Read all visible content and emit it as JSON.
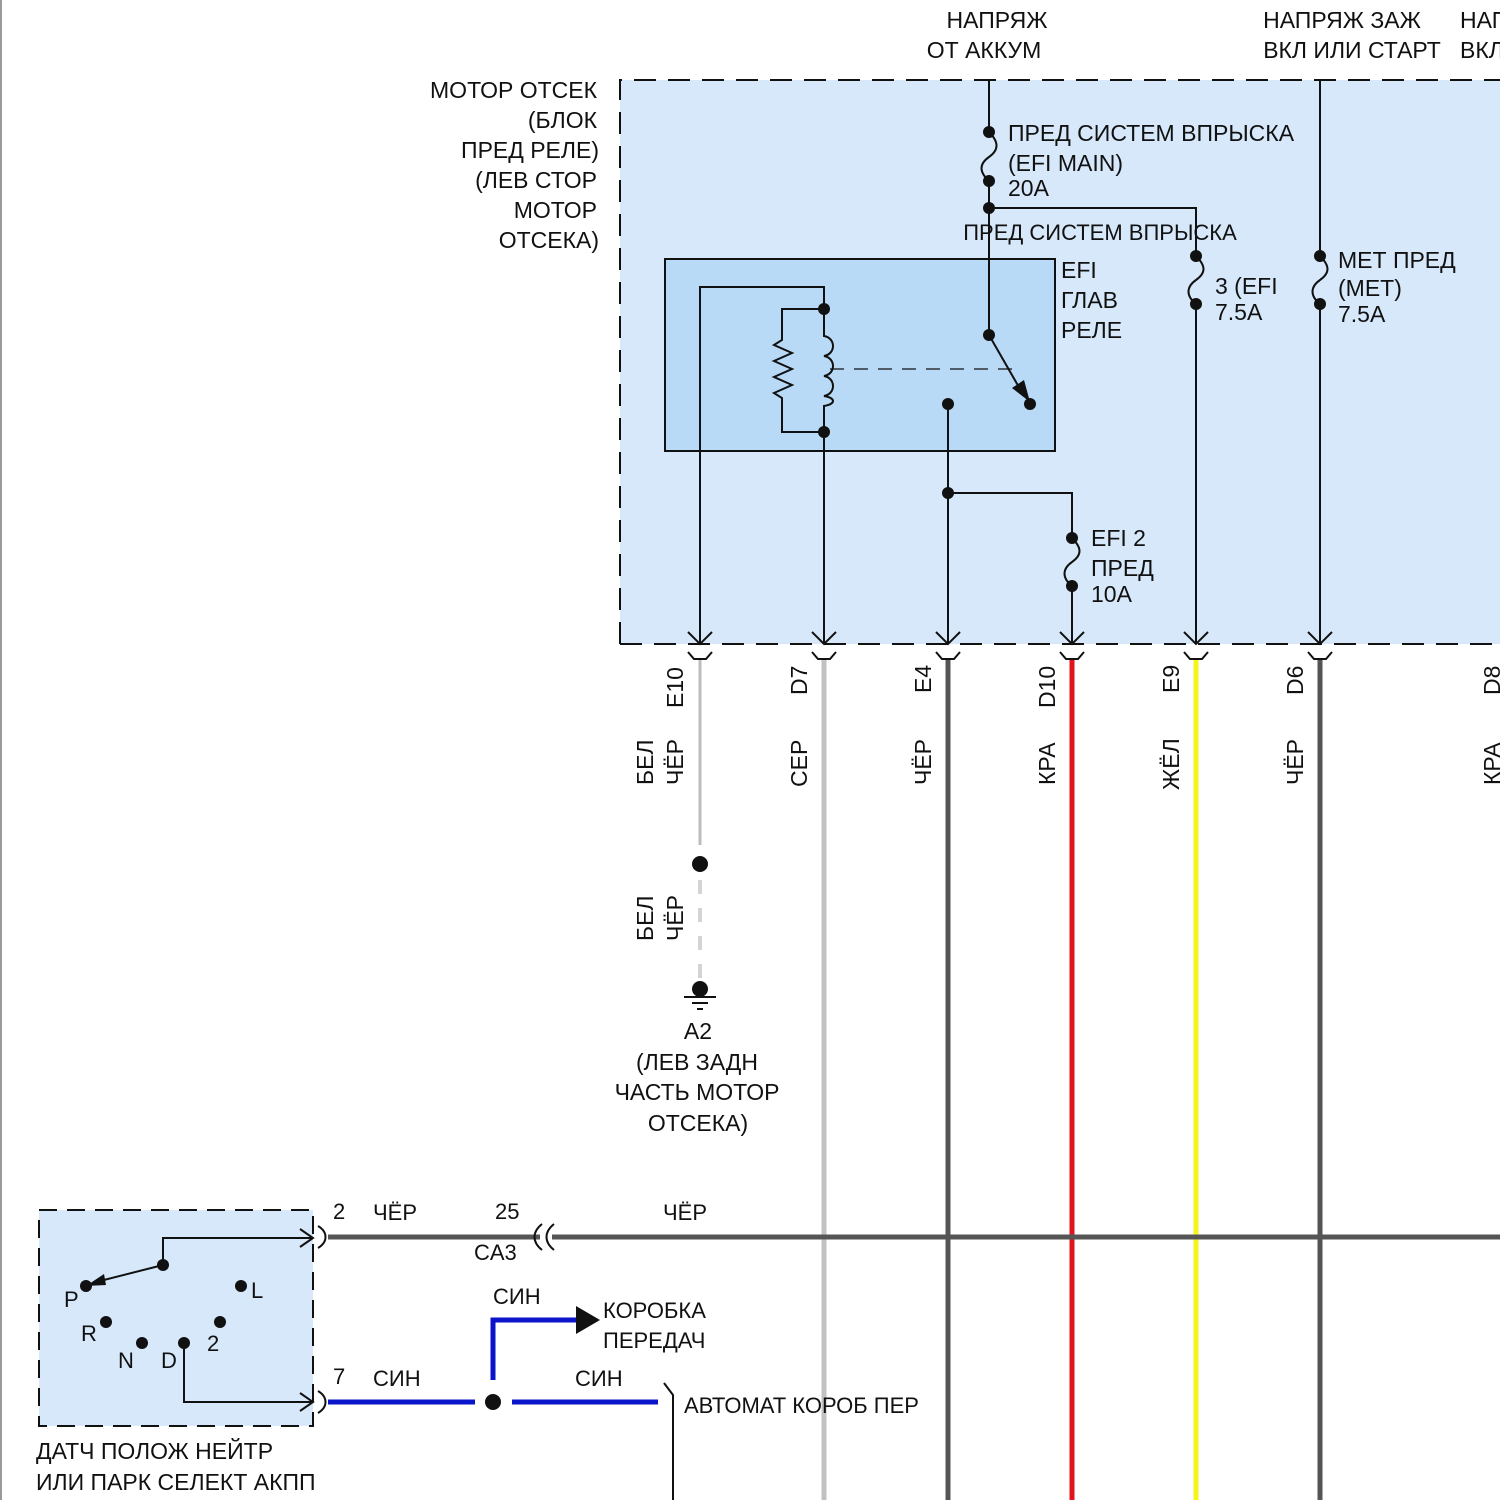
{
  "colors": {
    "module_fill": "#d6e8fa",
    "relay_fill": "#b8daf7",
    "wire_black": "#555555",
    "wire_gray": "#bdbdbd",
    "wire_white_black": "#c8c8c8",
    "wire_red": "#e0141c",
    "wire_yellow": "#f5f51e",
    "wire_blue": "#0a14c8",
    "line": "#111111"
  },
  "power_labels": {
    "battery": [
      "НАПРЯЖ",
      "ОТ АККУМ"
    ],
    "ignition": [
      "НАПРЯЖ ЗАЖ",
      "ВКЛ ИЛИ СТАРТ"
    ],
    "ignition_cut": [
      "НАП",
      "ВКЛ"
    ]
  },
  "engine_box": {
    "title": [
      "МОТОР ОТСЕК",
      "(БЛОК",
      "ПРЕД РЕЛЕ)",
      "(ЛЕВ СТОР",
      "МОТОР",
      "ОТСЕКА)"
    ]
  },
  "fuses": {
    "efi_main": [
      "ПРЕД СИСТЕМ ВПРЫСКА",
      "(EFI MAIN)",
      "20A"
    ],
    "efi3": [
      "ПРЕД СИСТЕМ ВПРЫСКА",
      "3 (EFI",
      "7.5A"
    ],
    "met": [
      "МЕТ ПРЕД",
      "(МЕТ)",
      "7.5A"
    ],
    "efi2": [
      "EFI 2",
      "ПРЕД",
      "10A"
    ]
  },
  "relay": {
    "label": [
      "EFI",
      "ГЛАВ",
      "РЕЛЕ"
    ]
  },
  "connectors": [
    {
      "pin": "E10",
      "color": [
        "БЕЛ",
        "ЧЁР"
      ]
    },
    {
      "pin": "D7",
      "color": [
        "СЕР"
      ]
    },
    {
      "pin": "E4",
      "color": [
        "ЧЁР"
      ]
    },
    {
      "pin": "D10",
      "color": [
        "КРА"
      ]
    },
    {
      "pin": "E9",
      "color": [
        "ЖЁЛ"
      ]
    },
    {
      "pin": "D6",
      "color": [
        "ЧЁР"
      ]
    },
    {
      "pin": "D8",
      "color": [
        "КРА"
      ]
    }
  ],
  "ground": {
    "wire_color": [
      "БЕЛ",
      "ЧЁР"
    ],
    "label": [
      "A2",
      "(ЛЕВ ЗАДН",
      "ЧАСТЬ МОТОР",
      "ОТСЕКА)"
    ]
  },
  "sensor": {
    "positions": [
      "P",
      "R",
      "N",
      "D",
      "2",
      "L"
    ],
    "title": [
      "ДАТЧ ПОЛОЖ НЕЙТР",
      "ИЛИ ПАРК СЕЛЕКТ АКПП"
    ],
    "pin_top": "2",
    "pin_bottom": "7"
  },
  "harness": {
    "top_wire_color_left": "ЧЁР",
    "splice_pin": "25",
    "splice_name": "CA3",
    "top_wire_color_right": "ЧЁР",
    "bottom_wire_color_left": "СИН",
    "branch_wire_color": "СИН",
    "bottom_wire_color_right": "СИН",
    "transmission": [
      "КОРОБКА",
      "ПЕРЕДАЧ"
    ],
    "auto_trans": "АВТОМАТ КОРОБ ПЕР"
  }
}
